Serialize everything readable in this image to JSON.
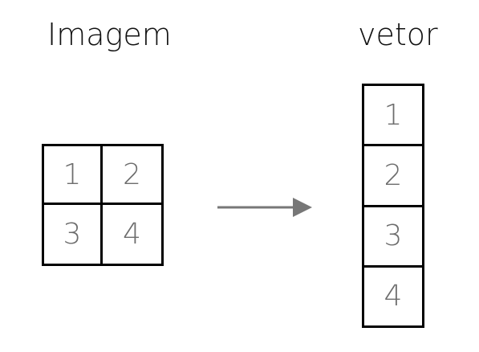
{
  "left_title": "Imagem",
  "right_title": "vetor",
  "image_grid": {
    "cells": [
      "1",
      "2",
      "3",
      "4"
    ]
  },
  "vector": {
    "cells": [
      "1",
      "2",
      "3",
      "4"
    ]
  },
  "colors": {
    "border": "#000000",
    "cell_text": "#6d6d6d",
    "title_text": "#111111",
    "arrow": "#777777"
  }
}
